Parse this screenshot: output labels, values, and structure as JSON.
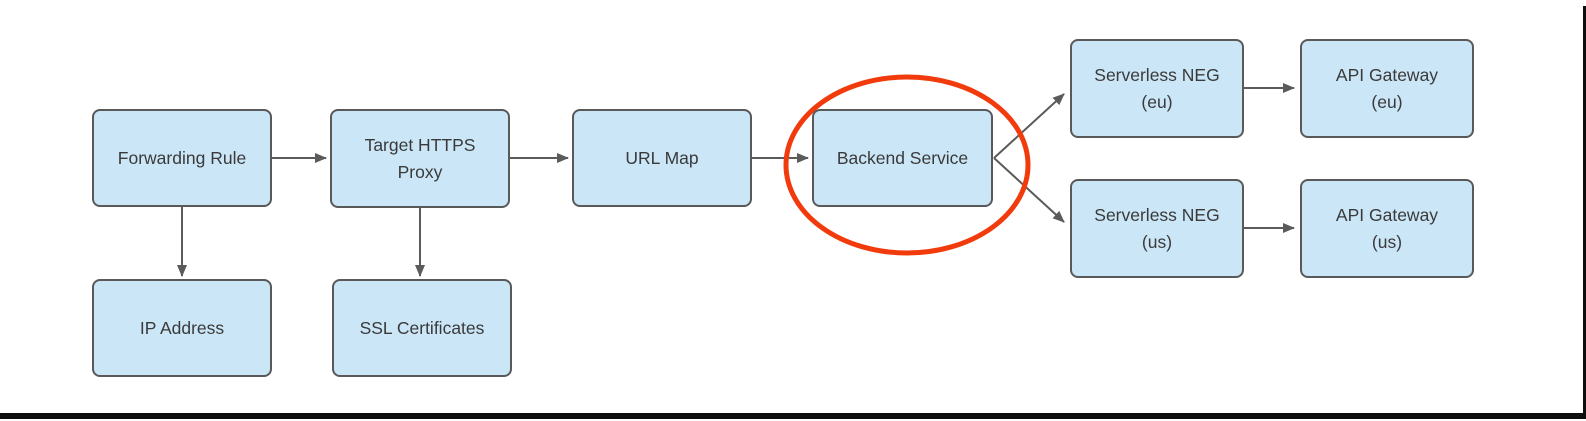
{
  "diagram": {
    "description": "Load balancing architecture flow diagram with Backend Service circled",
    "nodes": [
      {
        "id": "forwarding-rule",
        "label": "Forwarding Rule"
      },
      {
        "id": "target-https-proxy",
        "label": "Target HTTPS\nProxy"
      },
      {
        "id": "url-map",
        "label": "URL Map"
      },
      {
        "id": "backend-service",
        "label": "Backend Service"
      },
      {
        "id": "serverless-neg-eu",
        "label": "Serverless NEG\n(eu)"
      },
      {
        "id": "api-gateway-eu",
        "label": "API Gateway\n(eu)"
      },
      {
        "id": "serverless-neg-us",
        "label": "Serverless NEG\n(us)"
      },
      {
        "id": "api-gateway-us",
        "label": "API Gateway\n(us)"
      },
      {
        "id": "ip-address",
        "label": "IP Address"
      },
      {
        "id": "ssl-certificates",
        "label": "SSL Certificates"
      }
    ],
    "edges": [
      {
        "from": "forwarding-rule",
        "to": "target-https-proxy"
      },
      {
        "from": "target-https-proxy",
        "to": "url-map"
      },
      {
        "from": "url-map",
        "to": "backend-service"
      },
      {
        "from": "forwarding-rule",
        "to": "ip-address"
      },
      {
        "from": "target-https-proxy",
        "to": "ssl-certificates"
      },
      {
        "from": "backend-service",
        "to": "serverless-neg-eu"
      },
      {
        "from": "backend-service",
        "to": "serverless-neg-us"
      },
      {
        "from": "serverless-neg-eu",
        "to": "api-gateway-eu"
      },
      {
        "from": "serverless-neg-us",
        "to": "api-gateway-us"
      }
    ],
    "annotations": [
      {
        "type": "ellipse-highlight",
        "around": "backend-service",
        "color": "#f13b0c"
      }
    ],
    "colors": {
      "node_fill": "#cbe6f7",
      "node_border": "#595959",
      "arrow": "#5b5b5b",
      "highlight": "#f13b0c",
      "text": "#3a3a3a",
      "frame": "#0e0e0e",
      "background": "#ffffff"
    }
  }
}
